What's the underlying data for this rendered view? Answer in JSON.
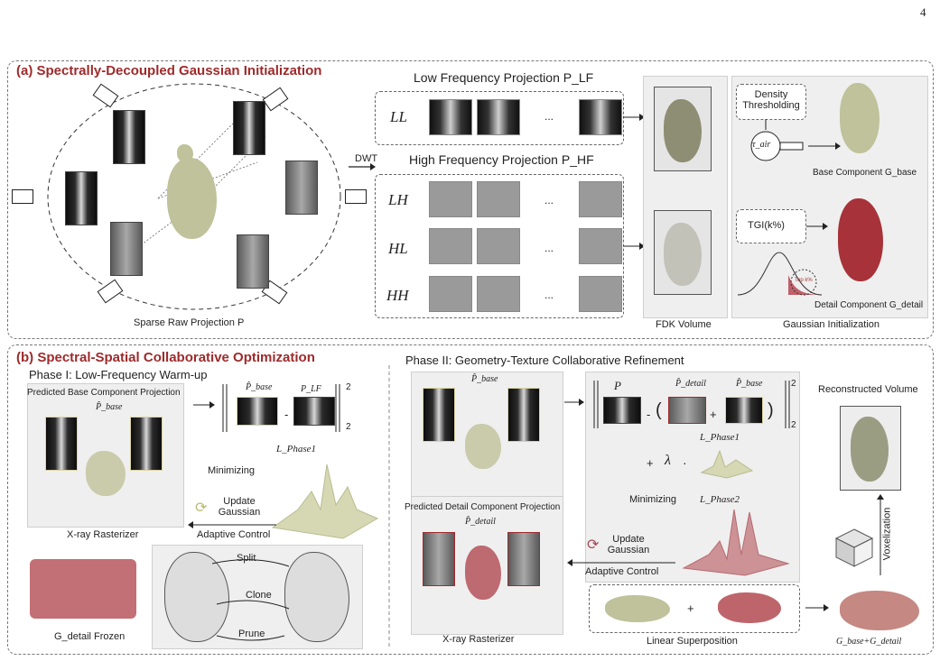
{
  "page_number": "4",
  "panel_a": {
    "title": "(a) Spectrally-Decoupled Gaussian Initialization",
    "sparse_caption": "Sparse Raw Projection P",
    "dwt_label": "DWT",
    "lf_title": "Low Frequency Projection P_LF",
    "hf_title": "High Frequency Projection P_HF",
    "rows": [
      "LL",
      "LH",
      "HL",
      "HH"
    ],
    "ellipsis": "...",
    "fdk_caption": "FDK Volume",
    "gauss_caption": "Gaussian Initialization",
    "density_box": "Density Thresholding",
    "tau_label": "τ_air",
    "base_component": "Base Component G_base",
    "tgi_box": "TGI(k%)",
    "top_label": "Top k%",
    "detail_component": "Detail Component G_detail"
  },
  "panel_b": {
    "title": "(b) Spectral-Spatial Collaborative Optimization",
    "phase1_title": "Phase I: Low-Frequency Warm-up",
    "pred_base_title": "Predicted Base Component Projection",
    "p_base_hat": "P̂_base",
    "p_lf": "P_LF",
    "loss_phase1": "L_Phase1",
    "minimizing": "Minimizing",
    "update_gaussian": "Update Gaussian",
    "adaptive_control": "Adaptive Control",
    "xray_rasterizer": "X-ray Rasterizer",
    "detail_frozen": "G_detail Frozen",
    "split": "Split",
    "clone": "Clone",
    "prune": "Prune",
    "phase2_title": "Phase II: Geometry-Texture Collaborative Refinement",
    "p_label": "P",
    "p_detail_hat": "P̂_detail",
    "lambda": "λ",
    "loss_phase2": "L_Phase2",
    "pred_detail_title": "Predicted Detail Component Projection",
    "linear_superposition": "Linear Superposition",
    "reconstructed_volume": "Reconstructed Volume",
    "voxelization": "Voxelization",
    "sum_caption": "G_base+G_detail",
    "norm_sup": "2",
    "norm_sub": "2",
    "minus": "-",
    "plus": "+",
    "dot": "·"
  }
}
